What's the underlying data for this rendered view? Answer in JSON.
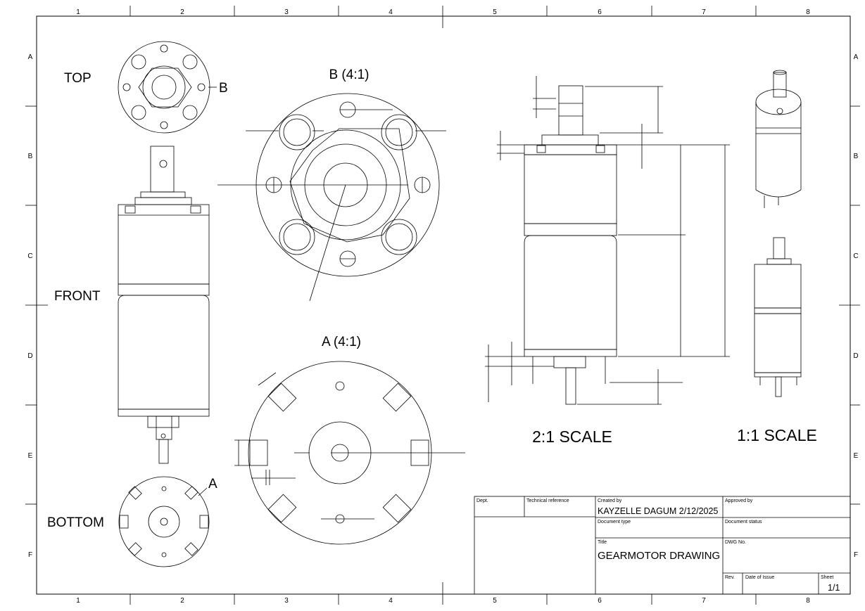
{
  "sheet": {
    "column_labels": [
      "1",
      "2",
      "3",
      "4",
      "5",
      "6",
      "7",
      "8"
    ],
    "row_labels": [
      "A",
      "B",
      "C",
      "D",
      "E",
      "F"
    ]
  },
  "views": {
    "top": "TOP",
    "front": "FRONT",
    "bottom": "BOTTOM",
    "detail_b": "B (4:1)",
    "detail_a": "A (4:1)",
    "marker_b": "B",
    "marker_a": "A",
    "scale_2_1": "2:1 SCALE",
    "scale_1_1": "1:1 SCALE"
  },
  "title_block": {
    "dept_label": "Dept.",
    "tech_ref_label": "Technical reference",
    "created_by_label": "Created by",
    "created_by_value": "KAYZELLE DAGUM 2/12/2025",
    "approved_by_label": "Approved by",
    "doc_type_label": "Document type",
    "doc_status_label": "Document status",
    "title_label": "Title",
    "title_value": "GEARMOTOR DRAWING",
    "dwg_no_label": "DWG No.",
    "rev_label": "Rev.",
    "date_issue_label": "Date of Issue",
    "sheet_label": "Sheet",
    "sheet_value": "1/1"
  }
}
